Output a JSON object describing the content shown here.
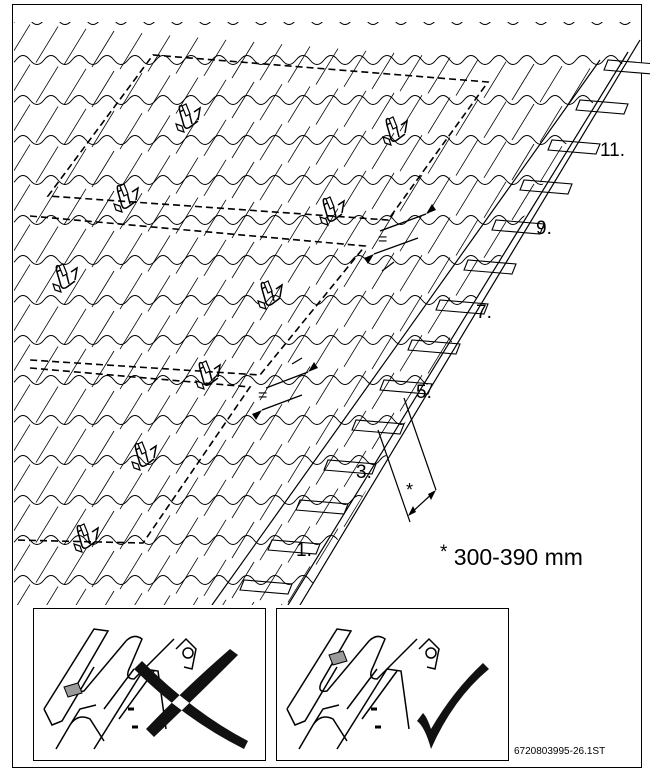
{
  "figure": {
    "row_labels": [
      "1.",
      "3.",
      "5.",
      "7.",
      "9.",
      "11."
    ],
    "spacing_mark": "*",
    "spacing_note_star": "*",
    "spacing_note_text": " 300-390 mm",
    "equal_mark": "=",
    "document_id": "6720803995-26.1ST"
  },
  "detail_panels": [
    {
      "result": "wrong",
      "mark": "cross"
    },
    {
      "result": "correct",
      "mark": "check"
    }
  ],
  "colors": {
    "line": "#000000",
    "mark": "#111111",
    "hook_fill": "#9a9a9a"
  }
}
